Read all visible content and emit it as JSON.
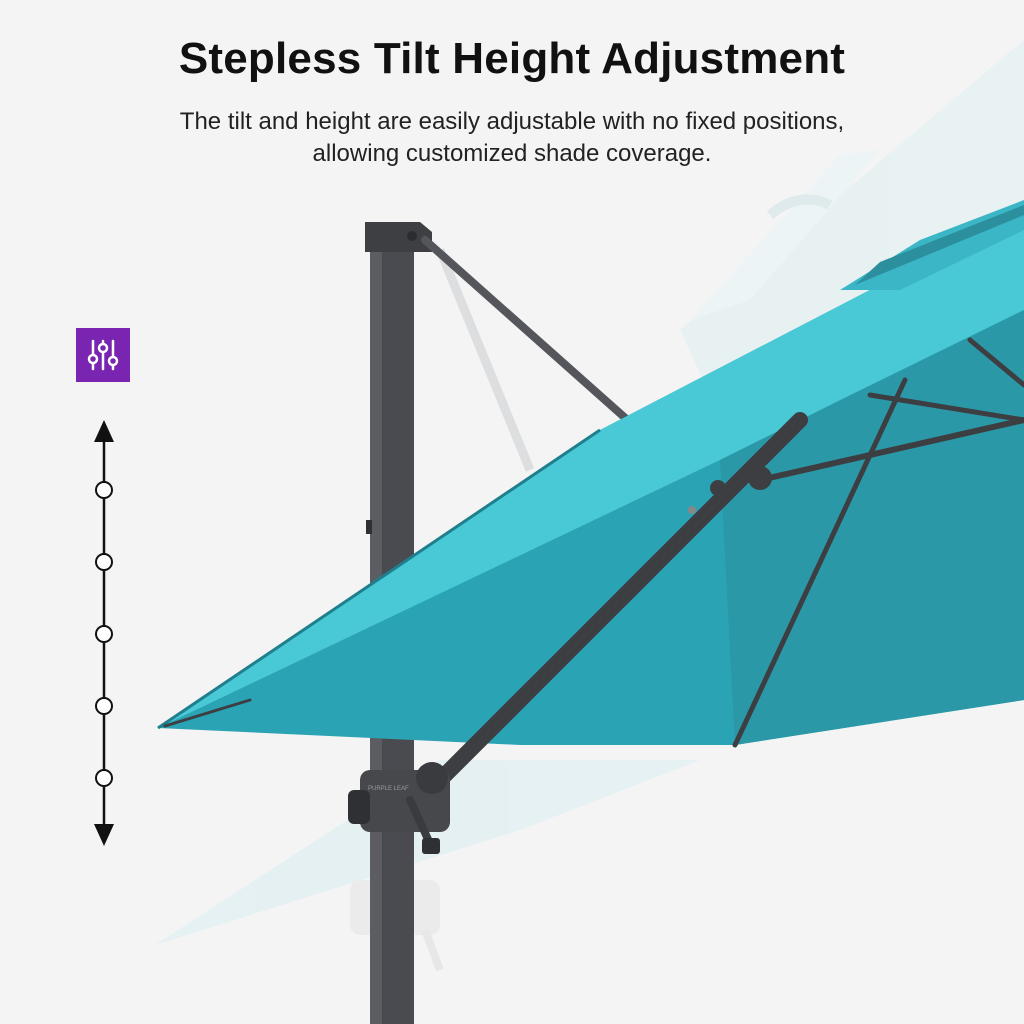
{
  "header": {
    "title": "Stepless Tilt Height Adjustment",
    "subtitle_lines": [
      "The tilt and height are easily adjustable with no fixed positions,",
      "allowing customized shade coverage."
    ]
  },
  "scene": {
    "canopy_color": "#2aa3b4",
    "canopy_light_color": "#49c8d6",
    "ghost_canopy_color": "#d8ecef",
    "pole_color": "#4a4b50",
    "background_color": "#f4f4f4",
    "crank_brand_text": "PURPLE LEAF"
  },
  "badge": {
    "icon": "sliders-icon",
    "color": "#7a25b2"
  },
  "scale": {
    "icon": "vertical-adjust-scale-icon",
    "marker_count": 5
  }
}
